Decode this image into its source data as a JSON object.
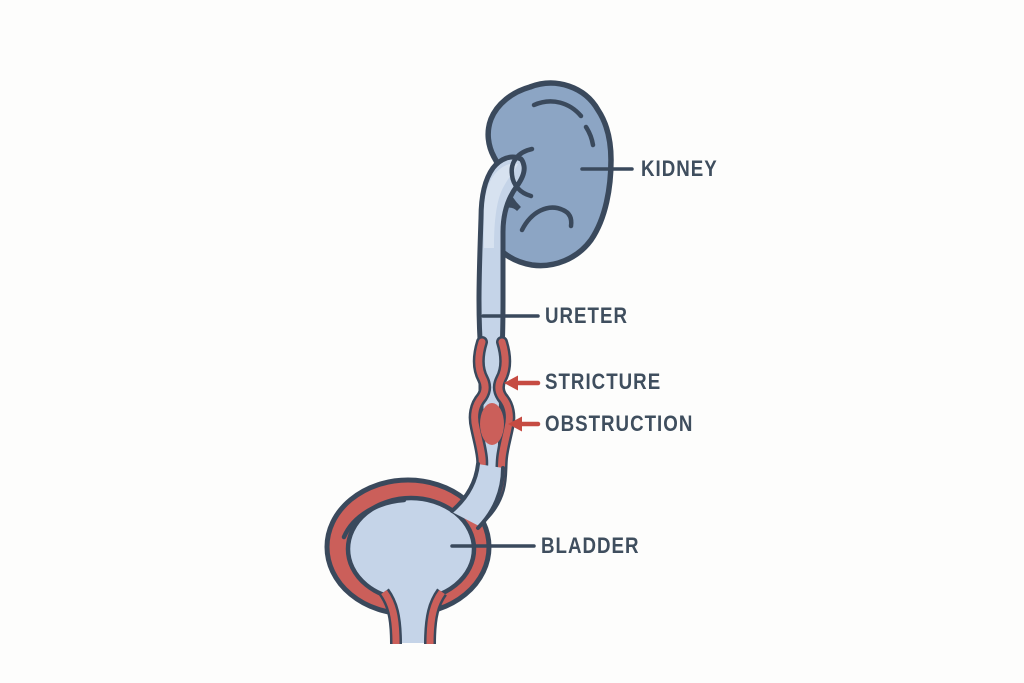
{
  "diagram": {
    "labels": {
      "kidney": "KIDNEY",
      "ureter": "URETER",
      "stricture": "STRICTURE",
      "obstruction": "OBSTRUCTION",
      "bladder": "BLADDER"
    },
    "icons": {
      "stricture_arrow": "left-arrow",
      "obstruction_arrow": "left-arrow"
    },
    "colors": {
      "kidney_fill": "#8ca5c4",
      "lumen_fill": "#c5d4e8",
      "pelvis_fill": "#d7e2f0",
      "wall_fill": "#cb5f5a",
      "outline": "#3a495c",
      "label_text": "#3f4e5e",
      "arrow_red": "#c64b42",
      "leader_line": "#3a495c",
      "background": "#fdfdfc"
    }
  }
}
